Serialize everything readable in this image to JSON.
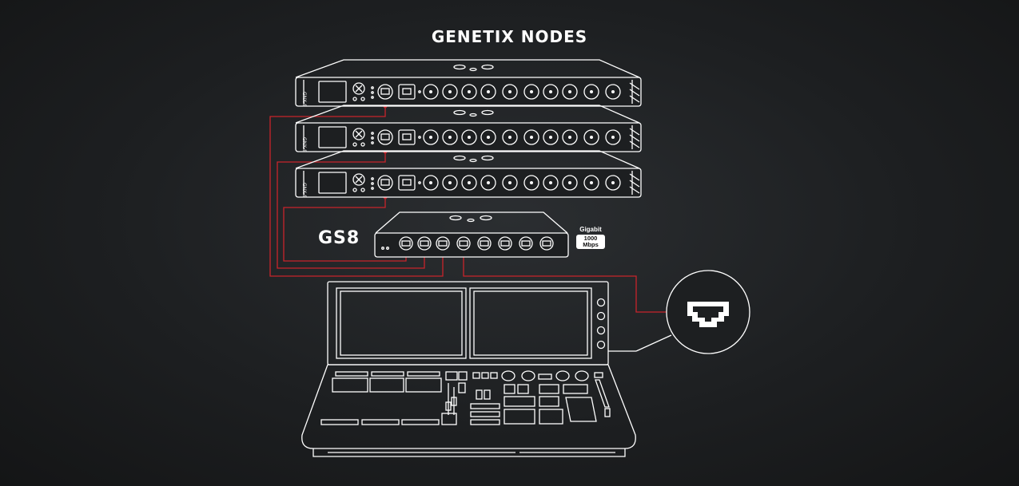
{
  "diagram": {
    "title": "GENETIX NODES",
    "switch_label": "GS8",
    "badge": {
      "line1": "Gigabit",
      "line2": "1000",
      "line3": "Mbps"
    },
    "node_count": 3,
    "switch_port_count": 8,
    "colors": {
      "background": "#1d1f21",
      "outline": "#ffffff",
      "cable": "#c8242b"
    },
    "icons": [
      "rack-node-icon",
      "network-switch-icon",
      "lighting-console-icon",
      "ethernet-port-icon"
    ]
  }
}
